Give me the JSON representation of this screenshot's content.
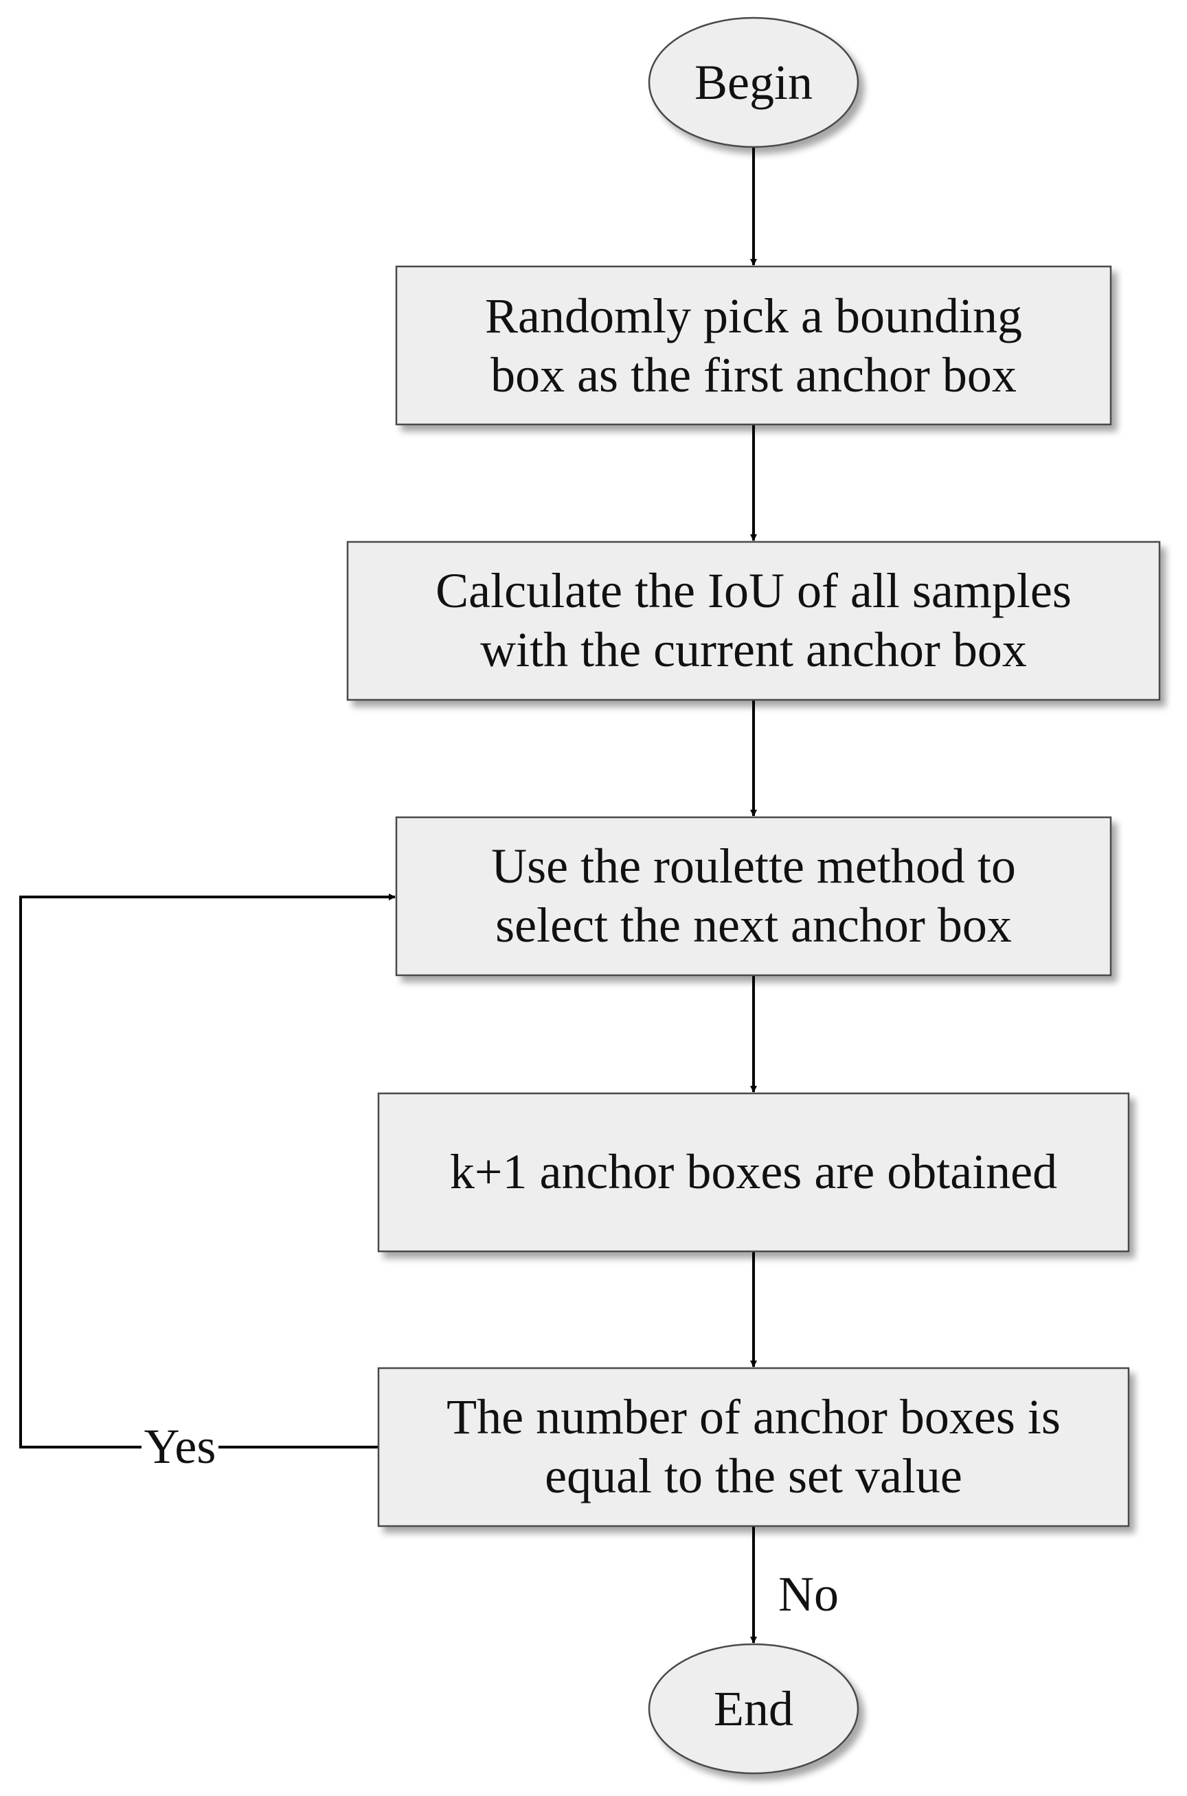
{
  "flowchart": {
    "nodes": {
      "begin": {
        "shape": "ellipse",
        "lines": [
          "Begin"
        ]
      },
      "pick": {
        "shape": "rect",
        "lines": [
          "Randomly pick a bounding",
          "box as the first anchor box"
        ]
      },
      "iou": {
        "shape": "rect",
        "lines": [
          "Calculate the IoU of all samples",
          "with the current anchor box"
        ]
      },
      "roulette": {
        "shape": "rect",
        "lines": [
          "Use the roulette method to",
          "select the next anchor box"
        ]
      },
      "obtained": {
        "shape": "rect",
        "lines": [
          "k+1 anchor boxes are obtained"
        ]
      },
      "check": {
        "shape": "rect",
        "lines": [
          "The number of anchor boxes is",
          "equal to the set value"
        ]
      },
      "end": {
        "shape": "ellipse",
        "lines": [
          "End"
        ]
      }
    },
    "edges": [
      {
        "from": "begin",
        "to": "pick",
        "label": ""
      },
      {
        "from": "pick",
        "to": "iou",
        "label": ""
      },
      {
        "from": "iou",
        "to": "roulette",
        "label": ""
      },
      {
        "from": "roulette",
        "to": "obtained",
        "label": ""
      },
      {
        "from": "obtained",
        "to": "check",
        "label": ""
      },
      {
        "from": "check",
        "to": "end",
        "label": "No"
      },
      {
        "from": "check",
        "to": "roulette",
        "label": "Yes"
      }
    ]
  },
  "colors": {
    "box_fill": "#eeeeee",
    "box_stroke": "#4a4a4a",
    "ellipse_fill": "#eeeeee",
    "line": "#000000",
    "shadow": "#bdbdbd"
  }
}
